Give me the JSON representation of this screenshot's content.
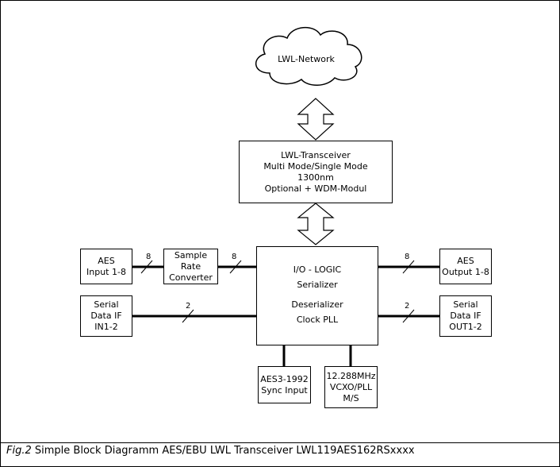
{
  "cloud": {
    "label": "LWL-Network"
  },
  "transceiver": {
    "lines": [
      "LWL-Transceiver",
      "Multi Mode/Single Mode",
      "1300nm",
      "Optional + WDM-Modul"
    ]
  },
  "logic": {
    "title": "I/O - LOGIC",
    "lines": [
      "Serializer",
      "Deserializer",
      "Clock PLL"
    ]
  },
  "aes_input": {
    "lines": [
      "AES",
      "Input 1-8"
    ]
  },
  "src": {
    "lines": [
      "Sample Rate",
      "Converter"
    ]
  },
  "serial_in": {
    "lines": [
      "Serial",
      "Data IF",
      "IN1-2"
    ]
  },
  "aes_output": {
    "lines": [
      "AES",
      "Output 1-8"
    ]
  },
  "serial_out": {
    "lines": [
      "Serial",
      "Data IF",
      "OUT1-2"
    ]
  },
  "sync": {
    "lines": [
      "AES3-1992",
      "Sync Input"
    ]
  },
  "vcxo": {
    "lines": [
      "12.288MHz",
      "VCXO/PLL",
      "M/S"
    ]
  },
  "bus_labels": {
    "aes_in": "8",
    "src_out": "8",
    "aes_out": "8",
    "serial_in": "2",
    "serial_out": "2"
  },
  "caption": {
    "fig": "Fig.2",
    "text": "Simple Block Diagramm AES/EBU LWL Transceiver LWL119AES162RSxxxx"
  }
}
